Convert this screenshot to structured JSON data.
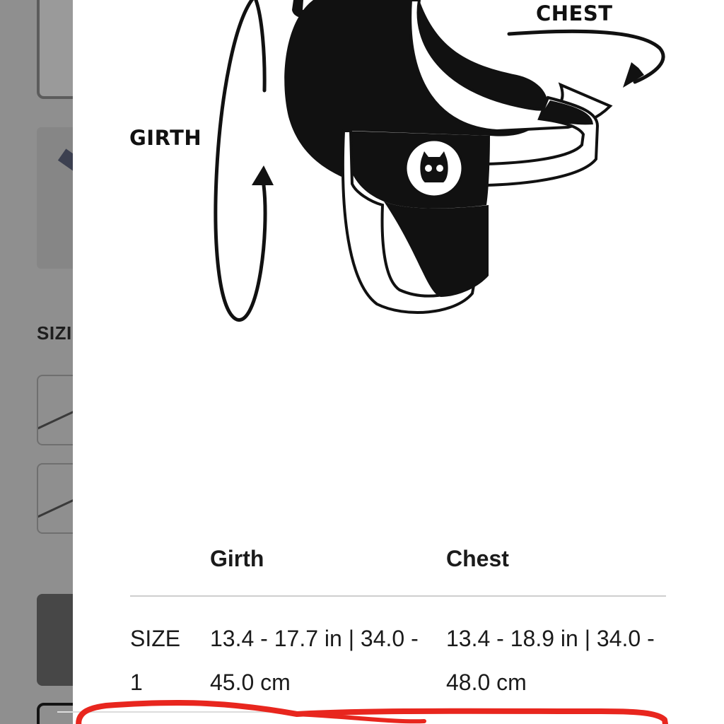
{
  "background_page": {
    "size_label": "SIZI"
  },
  "diagram": {
    "girth_label": "GIRTH",
    "chest_label": "CHEST",
    "icon": "dog-harness-illustration"
  },
  "size_table": {
    "headers": [
      "",
      "Girth",
      "Chest"
    ],
    "rows": [
      {
        "size": "SIZE 1",
        "girth": "13.4 - 17.7 in | 34.0 - 45.0 cm",
        "chest": "13.4 - 18.9 in | 34.0 - 48.0 cm"
      }
    ]
  },
  "colors": {
    "overlay": "#8f8f8f",
    "sheet": "#ffffff",
    "ink": "#111111",
    "highlight": "#e8261e",
    "divider": "#cfcfcf"
  }
}
